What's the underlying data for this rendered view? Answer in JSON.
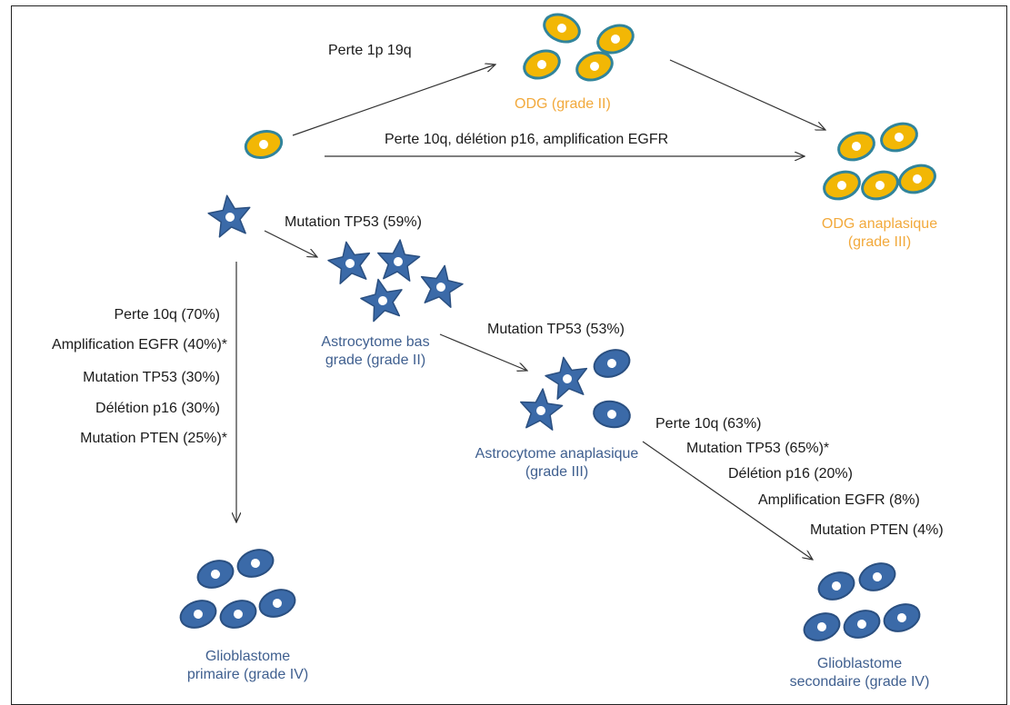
{
  "colors": {
    "odg_cell_fill": "#f2b705",
    "odg_cell_stroke": "#31849b",
    "astro_fill": "#3b6aa8",
    "astro_stroke": "#2a4f80",
    "odg_label": "#f2a93b",
    "astro_label": "#3f5f8f",
    "arrow": "#333333"
  },
  "labels": {
    "perte_1p19q": "Perte 1p 19q",
    "perte_10q_path": "Perte 10q, délétion p16, amplification EGFR",
    "mutation_tp53_59": "Mutation TP53 (59%)",
    "mutation_tp53_53": "Mutation TP53 (53%)"
  },
  "nodes": {
    "odg_grade2": "ODG (grade II)",
    "odg_anaplasique": "ODG anaplasique (grade III)",
    "astro_bas_grade": "Astrocytome bas grade (grade II)",
    "astro_anaplasique": "Astrocytome anaplasique (grade III)",
    "gbm_primaire": "Glioblastome primaire (grade IV)",
    "gbm_secondaire": "Glioblastome secondaire (grade IV)"
  },
  "primary_alterations": [
    "Perte 10q (70%)",
    "Amplification EGFR (40%)*",
    "Mutation TP53 (30%)",
    "Délétion p16 (30%)",
    "Mutation PTEN (25%)*"
  ],
  "secondary_alterations": [
    "Perte 10q (63%)",
    "Mutation TP53 (65%)*",
    "Délétion p16 (20%)",
    "Amplification EGFR (8%)",
    "Mutation PTEN (4%)"
  ]
}
